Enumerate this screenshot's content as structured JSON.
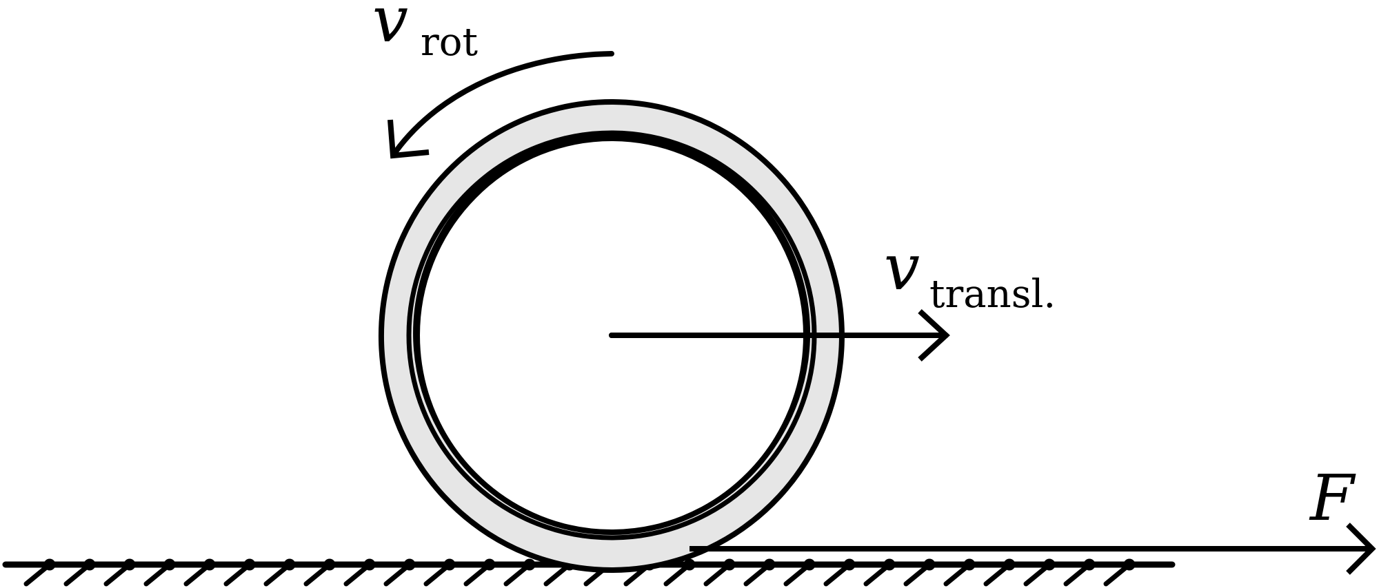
{
  "labels": {
    "v_rot_symbol": "v",
    "v_rot_subscript": "rot",
    "v_transl_symbol": "v",
    "v_transl_subscript": "transl.",
    "force_symbol": "F"
  },
  "colors": {
    "stroke": "#000000",
    "tire_fill": "#e6e6e6",
    "background": "#ffffff"
  },
  "icons": {
    "ground_hatch": "hatched-ground-icon",
    "rotation_arrow": "curved-arrow-icon",
    "translation_arrow": "right-arrow-icon",
    "force_arrow": "right-arrow-icon"
  }
}
